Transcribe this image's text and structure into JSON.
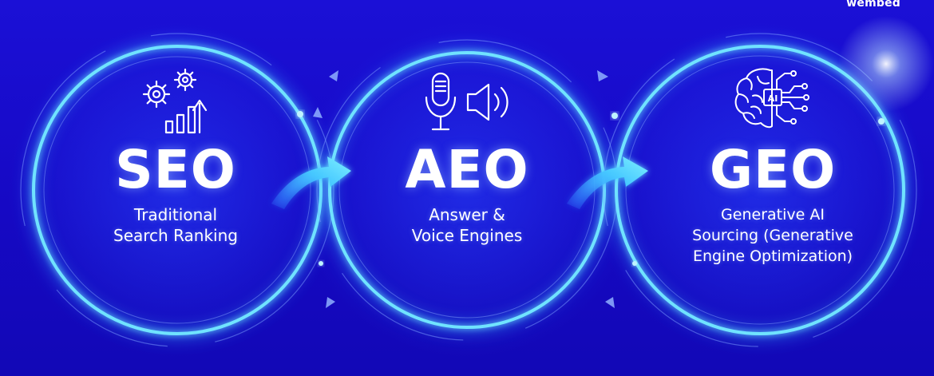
{
  "brand": "wembed",
  "stages": [
    {
      "acronym": "SEO",
      "subtitle_lines": [
        "Traditional",
        "Search Ranking"
      ],
      "icon": "gears-growth-chart-icon"
    },
    {
      "acronym": "AEO",
      "subtitle_lines": [
        "Answer &",
        "Voice Engines"
      ],
      "icon": "microphone-speaker-icon"
    },
    {
      "acronym": "GEO",
      "subtitle_lines": [
        "Generative AI",
        "Sourcing (Generative",
        "Engine Optimization)"
      ],
      "icon": "ai-brain-circuit-icon"
    }
  ],
  "colors": {
    "background": "#1712cf",
    "ring_glow": "#3fd8ff",
    "arrow": "#5be6ff",
    "text": "#ffffff"
  }
}
